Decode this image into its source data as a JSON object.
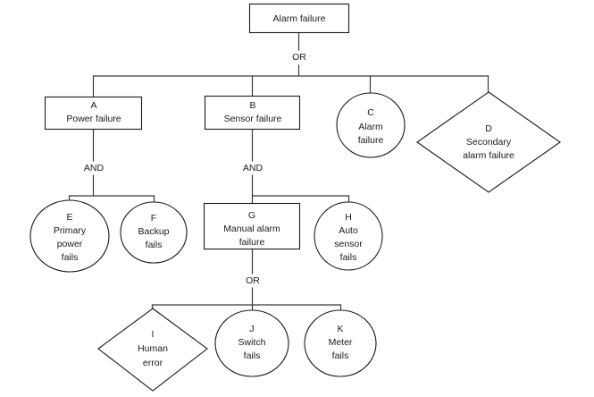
{
  "diagram": {
    "type": "fault-tree",
    "title_node": {
      "id": "top",
      "label": "Alarm failure",
      "shape": "rectangle"
    },
    "gates": [
      {
        "id": "gate-top",
        "label": "OR",
        "parent": "top"
      },
      {
        "id": "gate-a",
        "label": "AND",
        "parent": "A"
      },
      {
        "id": "gate-b",
        "label": "AND",
        "parent": "B"
      },
      {
        "id": "gate-g",
        "label": "OR",
        "parent": "G"
      }
    ],
    "nodes": [
      {
        "id": "A",
        "code": "A",
        "label": "Power failure",
        "shape": "rectangle",
        "lines": [
          "A",
          "Power failure"
        ]
      },
      {
        "id": "B",
        "code": "B",
        "label": "Sensor failure",
        "shape": "rectangle",
        "lines": [
          "B",
          "Sensor failure"
        ]
      },
      {
        "id": "C",
        "code": "C",
        "label": "Alarm failure",
        "shape": "circle",
        "lines": [
          "C",
          "Alarm",
          "failure"
        ]
      },
      {
        "id": "D",
        "code": "D",
        "label": "Secondary alarm failure",
        "shape": "diamond",
        "lines": [
          "D",
          "Secondary",
          "alarm failure"
        ]
      },
      {
        "id": "E",
        "code": "E",
        "label": "Primary power fails",
        "shape": "circle",
        "lines": [
          "E",
          "Primary",
          "power",
          "fails"
        ]
      },
      {
        "id": "F",
        "code": "F",
        "label": "Backup fails",
        "shape": "circle",
        "lines": [
          "F",
          "Backup",
          "fails"
        ]
      },
      {
        "id": "G",
        "code": "G",
        "label": "Manual alarm failure",
        "shape": "rectangle",
        "lines": [
          "G",
          "Manual alarm",
          "failure"
        ]
      },
      {
        "id": "H",
        "code": "H",
        "label": "Auto sensor fails",
        "shape": "circle",
        "lines": [
          "H",
          "Auto",
          "sensor",
          "fails"
        ]
      },
      {
        "id": "I",
        "code": "I",
        "label": "Human error",
        "shape": "diamond",
        "lines": [
          "I",
          "Human",
          "error"
        ]
      },
      {
        "id": "J",
        "code": "J",
        "label": "Switch fails",
        "shape": "circle",
        "lines": [
          "J",
          "Switch",
          "fails"
        ]
      },
      {
        "id": "K",
        "code": "K",
        "label": "Meter fails",
        "shape": "circle",
        "lines": [
          "K",
          "Meter",
          "fails"
        ]
      }
    ],
    "colors": {
      "stroke": "#1a1a1a",
      "connector": "#3a3a3a",
      "fill": "#ffffff",
      "text": "#1a1a1a"
    }
  },
  "text": {
    "top_label": "Alarm failure",
    "gate_top": "OR",
    "gate_a": "AND",
    "gate_b": "AND",
    "gate_g": "OR",
    "a_code": "A",
    "a_l1": "Power failure",
    "b_code": "B",
    "b_l1": "Sensor failure",
    "c_code": "C",
    "c_l1": "Alarm",
    "c_l2": "failure",
    "d_code": "D",
    "d_l1": "Secondary",
    "d_l2": "alarm failure",
    "e_code": "E",
    "e_l1": "Primary",
    "e_l2": "power",
    "e_l3": "fails",
    "f_code": "F",
    "f_l1": "Backup",
    "f_l2": "fails",
    "g_code": "G",
    "g_l1": "Manual alarm",
    "g_l2": "failure",
    "h_code": "H",
    "h_l1": "Auto",
    "h_l2": "sensor",
    "h_l3": "fails",
    "i_code": "I",
    "i_l1": "Human",
    "i_l2": "error",
    "j_code": "J",
    "j_l1": "Switch",
    "j_l2": "fails",
    "k_code": "K",
    "k_l1": "Meter",
    "k_l2": "fails"
  }
}
